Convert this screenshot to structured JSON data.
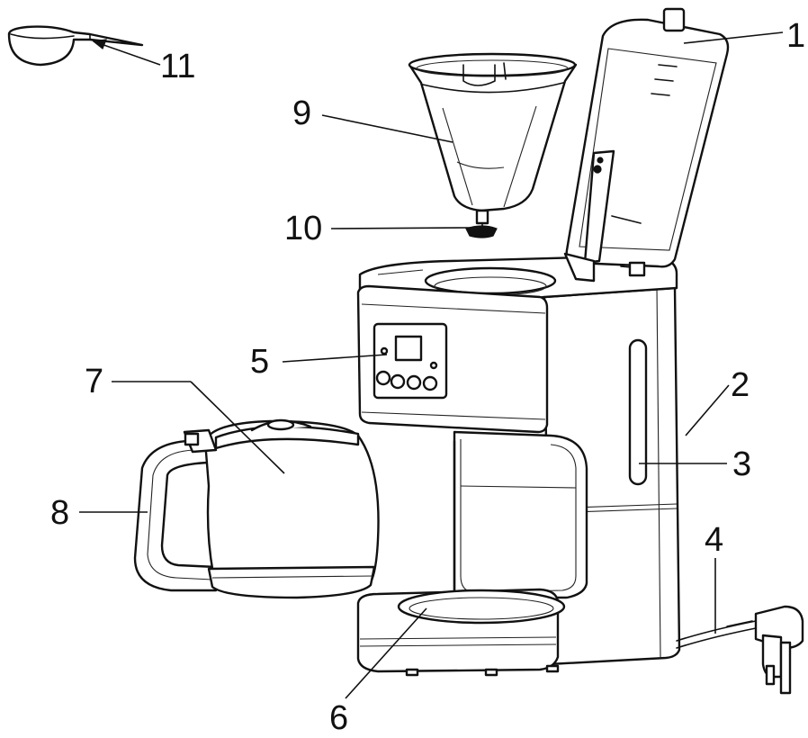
{
  "diagram": {
    "callouts": [
      {
        "id": "lid",
        "number": "1"
      },
      {
        "id": "housing",
        "number": "2"
      },
      {
        "id": "water-window",
        "number": "3"
      },
      {
        "id": "power-cord",
        "number": "4"
      },
      {
        "id": "control-panel",
        "number": "5"
      },
      {
        "id": "warming-plate",
        "number": "6"
      },
      {
        "id": "carafe",
        "number": "7"
      },
      {
        "id": "carafe-handle",
        "number": "8"
      },
      {
        "id": "filter-holder",
        "number": "9"
      },
      {
        "id": "anti-drip-valve",
        "number": "10"
      },
      {
        "id": "measuring-spoon",
        "number": "11"
      }
    ]
  }
}
